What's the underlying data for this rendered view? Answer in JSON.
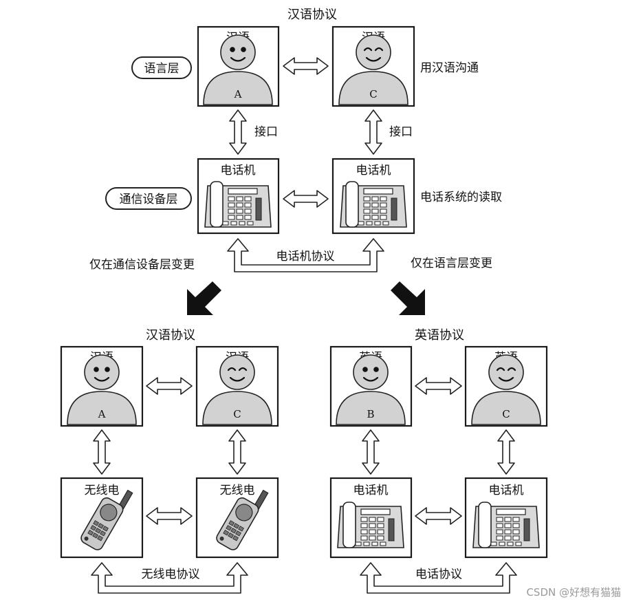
{
  "top": {
    "protocol": "汉语协议",
    "box_a": {
      "title": "汉语",
      "person": "A"
    },
    "box_c": {
      "title": "汉语",
      "person": "C"
    },
    "phone_left": "电话机",
    "phone_right": "电话机",
    "interface_left": "接口",
    "interface_right": "接口",
    "layer_language": "语言层",
    "layer_device": "通信设备层",
    "note_language": "用汉语沟通",
    "note_device": "电话系统的读取",
    "phone_protocol": "电话机协议"
  },
  "change_device_only": "仅在通信设备层变更",
  "change_language_only": "仅在语言层变更",
  "bottom_left": {
    "protocol": "汉语协议",
    "box_a": {
      "title": "汉语",
      "person": "A"
    },
    "box_c": {
      "title": "汉语",
      "person": "C"
    },
    "radio_left": "无线电",
    "radio_right": "无线电",
    "device_protocol": "无线电协议"
  },
  "bottom_right": {
    "protocol": "英语协议",
    "box_b": {
      "title": "英语",
      "person": "B"
    },
    "box_c": {
      "title": "英语",
      "person": "C"
    },
    "phone_left": "电话机",
    "phone_right": "电话机",
    "device_protocol": "电话协议"
  },
  "watermark": "CSDN @好想有猫猫"
}
